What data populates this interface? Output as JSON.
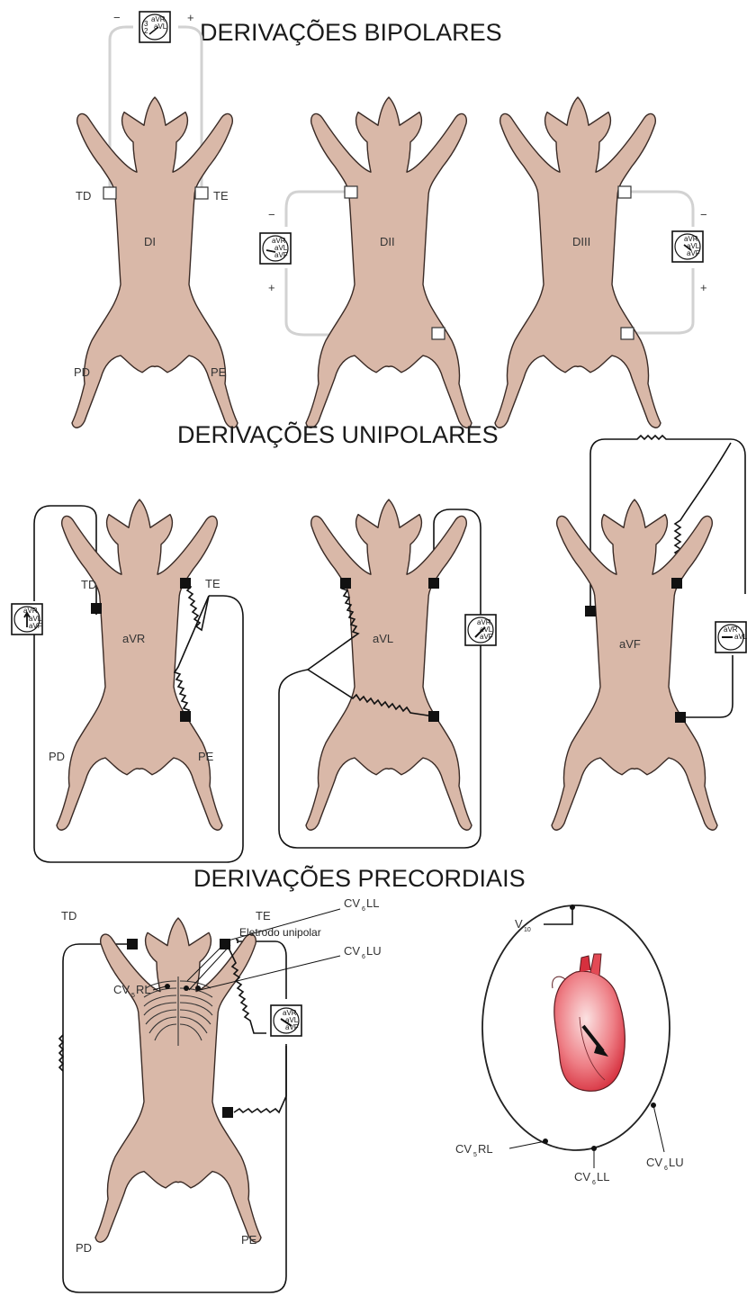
{
  "titles": {
    "bipolar": "DERIVAÇÕES BIPOLARES",
    "unipolar": "DERIVAÇÕES UNIPOLARES",
    "precordial": "DERIVAÇÕES PRECORDIAIS"
  },
  "limb_labels": {
    "td": "TD",
    "te": "TE",
    "pd": "PD",
    "pe": "PE"
  },
  "leads": {
    "di": "DI",
    "dii": "DII",
    "diii": "DIII",
    "avr": "aVR",
    "avl": "aVL",
    "avf": "aVF"
  },
  "polarity": {
    "minus": "−",
    "plus": "+"
  },
  "meter": {
    "avr": "aVR",
    "avl": "aVL",
    "avf": "aVF",
    "v": "V",
    "n1": "1",
    "n2": "2",
    "n3": "3"
  },
  "precordial": {
    "electrode": "Eletrodo unipolar",
    "cv": "CV",
    "sub5": "5",
    "sub6": "6",
    "sub10": "10",
    "rl": "RL",
    "ll": "LL",
    "lu": "LU",
    "v": "V"
  },
  "colors": {
    "skin": "#d9b8a8",
    "outline": "#3a2b26",
    "heart": "#e8505b",
    "wire_gray": "#d2d2d2"
  }
}
